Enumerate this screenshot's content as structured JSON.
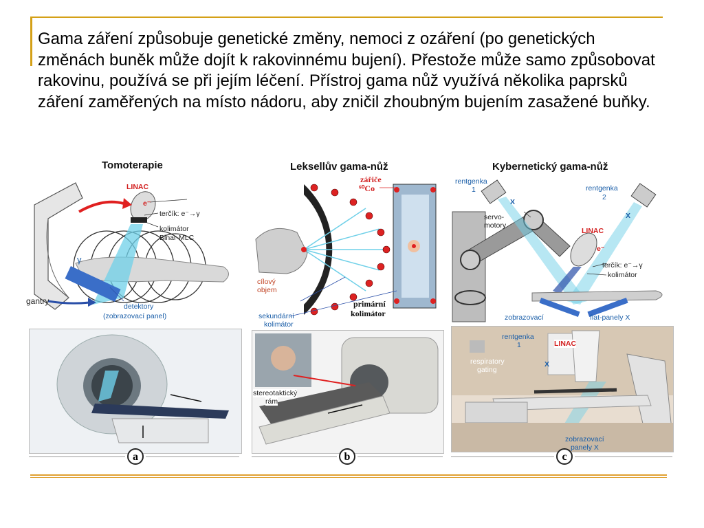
{
  "paragraph": "Gama záření způsobuje genetické změny, nemoci z ozáření (po genetických změnách buněk může dojít k rakovinnému bujení). Přestože může samo způsobovat rakovinu, používá se při jejím léčení. Přístroj gama nůž využívá několika paprsků záření zaměřených na místo nádoru, aby zničil zhoubným bujením zasažené buňky.",
  "panel_a": {
    "title": "Tomoterapie",
    "linac": "LINAC",
    "electron": "e⁻",
    "target": "terčík: e⁻→γ",
    "collimator": "kolimátor",
    "mlc": "Binar-MLC",
    "gamma": "γ",
    "gantry": "gantry",
    "detectors_1": "detektory",
    "detectors_2": "(zobrazovací panel)",
    "badge": "a"
  },
  "panel_b": {
    "title": "Leksellův gama-nůž",
    "source_1": "zářiče",
    "source_2": "⁶⁰Co",
    "target_1": "cílový",
    "target_2": "objem",
    "primary_1": "primární",
    "primary_2": "kolimátor",
    "secondary_1": "sekundární",
    "secondary_2": "kolimátor",
    "frame_1": "stereotaktický",
    "frame_2": "rám",
    "badge": "b"
  },
  "panel_c": {
    "title": "Kybernetický gama-nůž",
    "xray1_a": "rentgenka",
    "xray1_b": "1",
    "xray2_a": "rentgenka",
    "xray2_b": "2",
    "x": "X",
    "servo_1": "servo-",
    "servo_2": "motory",
    "linac": "LINAC",
    "electron": "e⁻",
    "target": "terčík: e⁻→γ",
    "collimator": "kolimátor",
    "imaging": "zobrazovací",
    "flat": "flat-panely X",
    "photo_xray_a": "rentgenka",
    "photo_xray_b": "1",
    "photo_linac": "LINAC",
    "respiratory_1": "respiratory",
    "respiratory_2": "gating",
    "photo_panels_1": "zobrazovací",
    "photo_panels_2": "panely X",
    "badge": "c"
  },
  "colors": {
    "rule": "#d4a017",
    "beam": "#6fd0e8",
    "label_blue": "#1a5ea8",
    "label_red": "#d21e1e"
  }
}
